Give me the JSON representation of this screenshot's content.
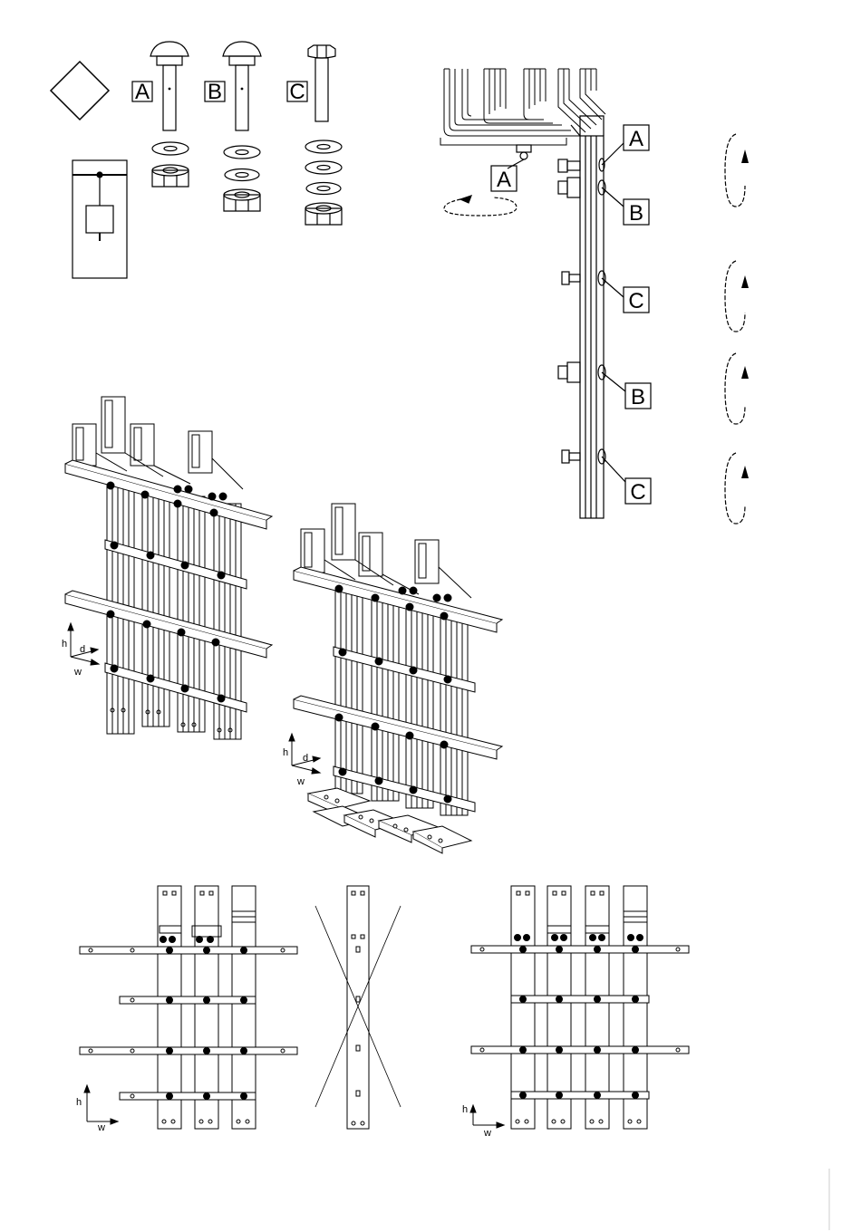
{
  "hardware_legend": {
    "items": [
      {
        "label": "A"
      },
      {
        "label": "B"
      },
      {
        "label": "C"
      }
    ]
  },
  "side_view": {
    "callouts": [
      {
        "label": "A"
      },
      {
        "label": "A"
      },
      {
        "label": "B"
      },
      {
        "label": "C"
      },
      {
        "label": "B"
      },
      {
        "label": "C"
      }
    ]
  },
  "axes": {
    "h": "h",
    "d": "d",
    "w": "w"
  },
  "colors": {
    "line": "#000000",
    "background": "#ffffff"
  }
}
